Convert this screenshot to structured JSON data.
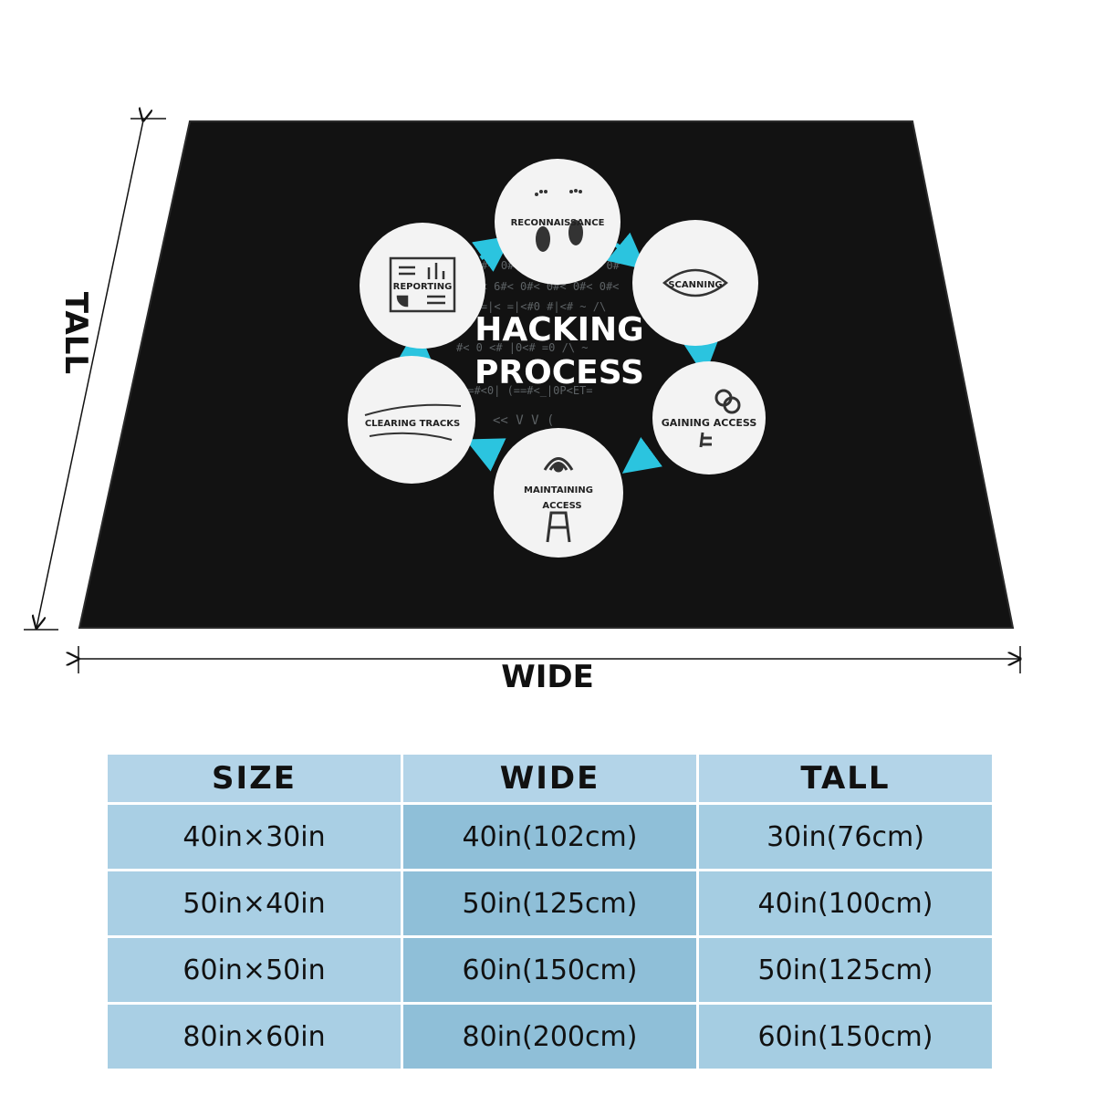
{
  "blanket": {
    "title_line1": "HACKING",
    "title_line2": "PROCESS",
    "background_color": "#121212",
    "arrow_color": "#2bc4df",
    "steps": [
      {
        "label": "RECONNAISSANCE",
        "icon": "footprints-icon"
      },
      {
        "label": "SCANNING",
        "icon": "eye-icon"
      },
      {
        "label": "GAINING ACCESS",
        "icon": "key-icon"
      },
      {
        "label_line1": "MAINTAINING",
        "label_line2": "ACCESS",
        "icon": "antenna-tower-icon"
      },
      {
        "label": "CLEARING TRACKS",
        "icon": "tire-tracks-icon"
      },
      {
        "label": "REPORTING",
        "icon": "report-chart-icon"
      }
    ]
  },
  "dimensions": {
    "wide": "WIDE",
    "tall": "TALL"
  },
  "table": {
    "headers": [
      "SIZE",
      "WIDE",
      "TALL"
    ],
    "rows": [
      [
        "40in×30in",
        "40in(102cm)",
        "30in(76cm)"
      ],
      [
        "50in×40in",
        "50in(125cm)",
        "40in(100cm)"
      ],
      [
        "60in×50in",
        "60in(150cm)",
        "50in(125cm)"
      ],
      [
        "80in×60in",
        "80in(200cm)",
        "60in(150cm)"
      ]
    ]
  }
}
